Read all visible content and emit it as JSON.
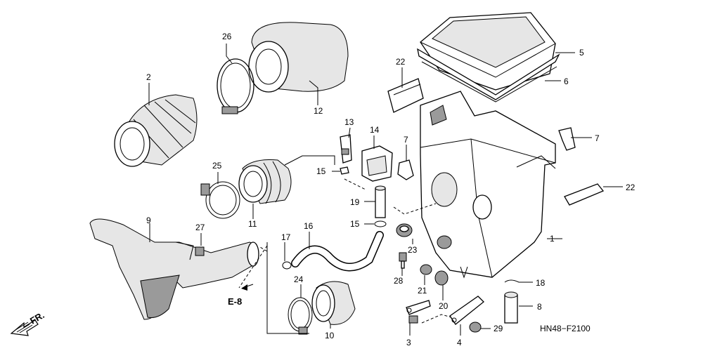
{
  "diagram": {
    "code": "HN48−F2100",
    "reference": "E-8",
    "direction_label": "FR.",
    "callouts": {
      "c1": "1",
      "c2": "2",
      "c3": "3",
      "c4": "4",
      "c5": "5",
      "c6": "6",
      "c7a": "7",
      "c7b": "7",
      "c8": "8",
      "c9": "9",
      "c10": "10",
      "c11": "11",
      "c12": "12",
      "c13": "13",
      "c14": "14",
      "c15a": "15",
      "c15b": "15",
      "c16": "16",
      "c17": "17",
      "c18": "18",
      "c19": "19",
      "c20": "20",
      "c21": "21",
      "c22a": "22",
      "c22b": "22",
      "c23": "23",
      "c24": "24",
      "c25": "25",
      "c26": "26",
      "c27": "27",
      "c28": "28",
      "c29": "29"
    }
  }
}
